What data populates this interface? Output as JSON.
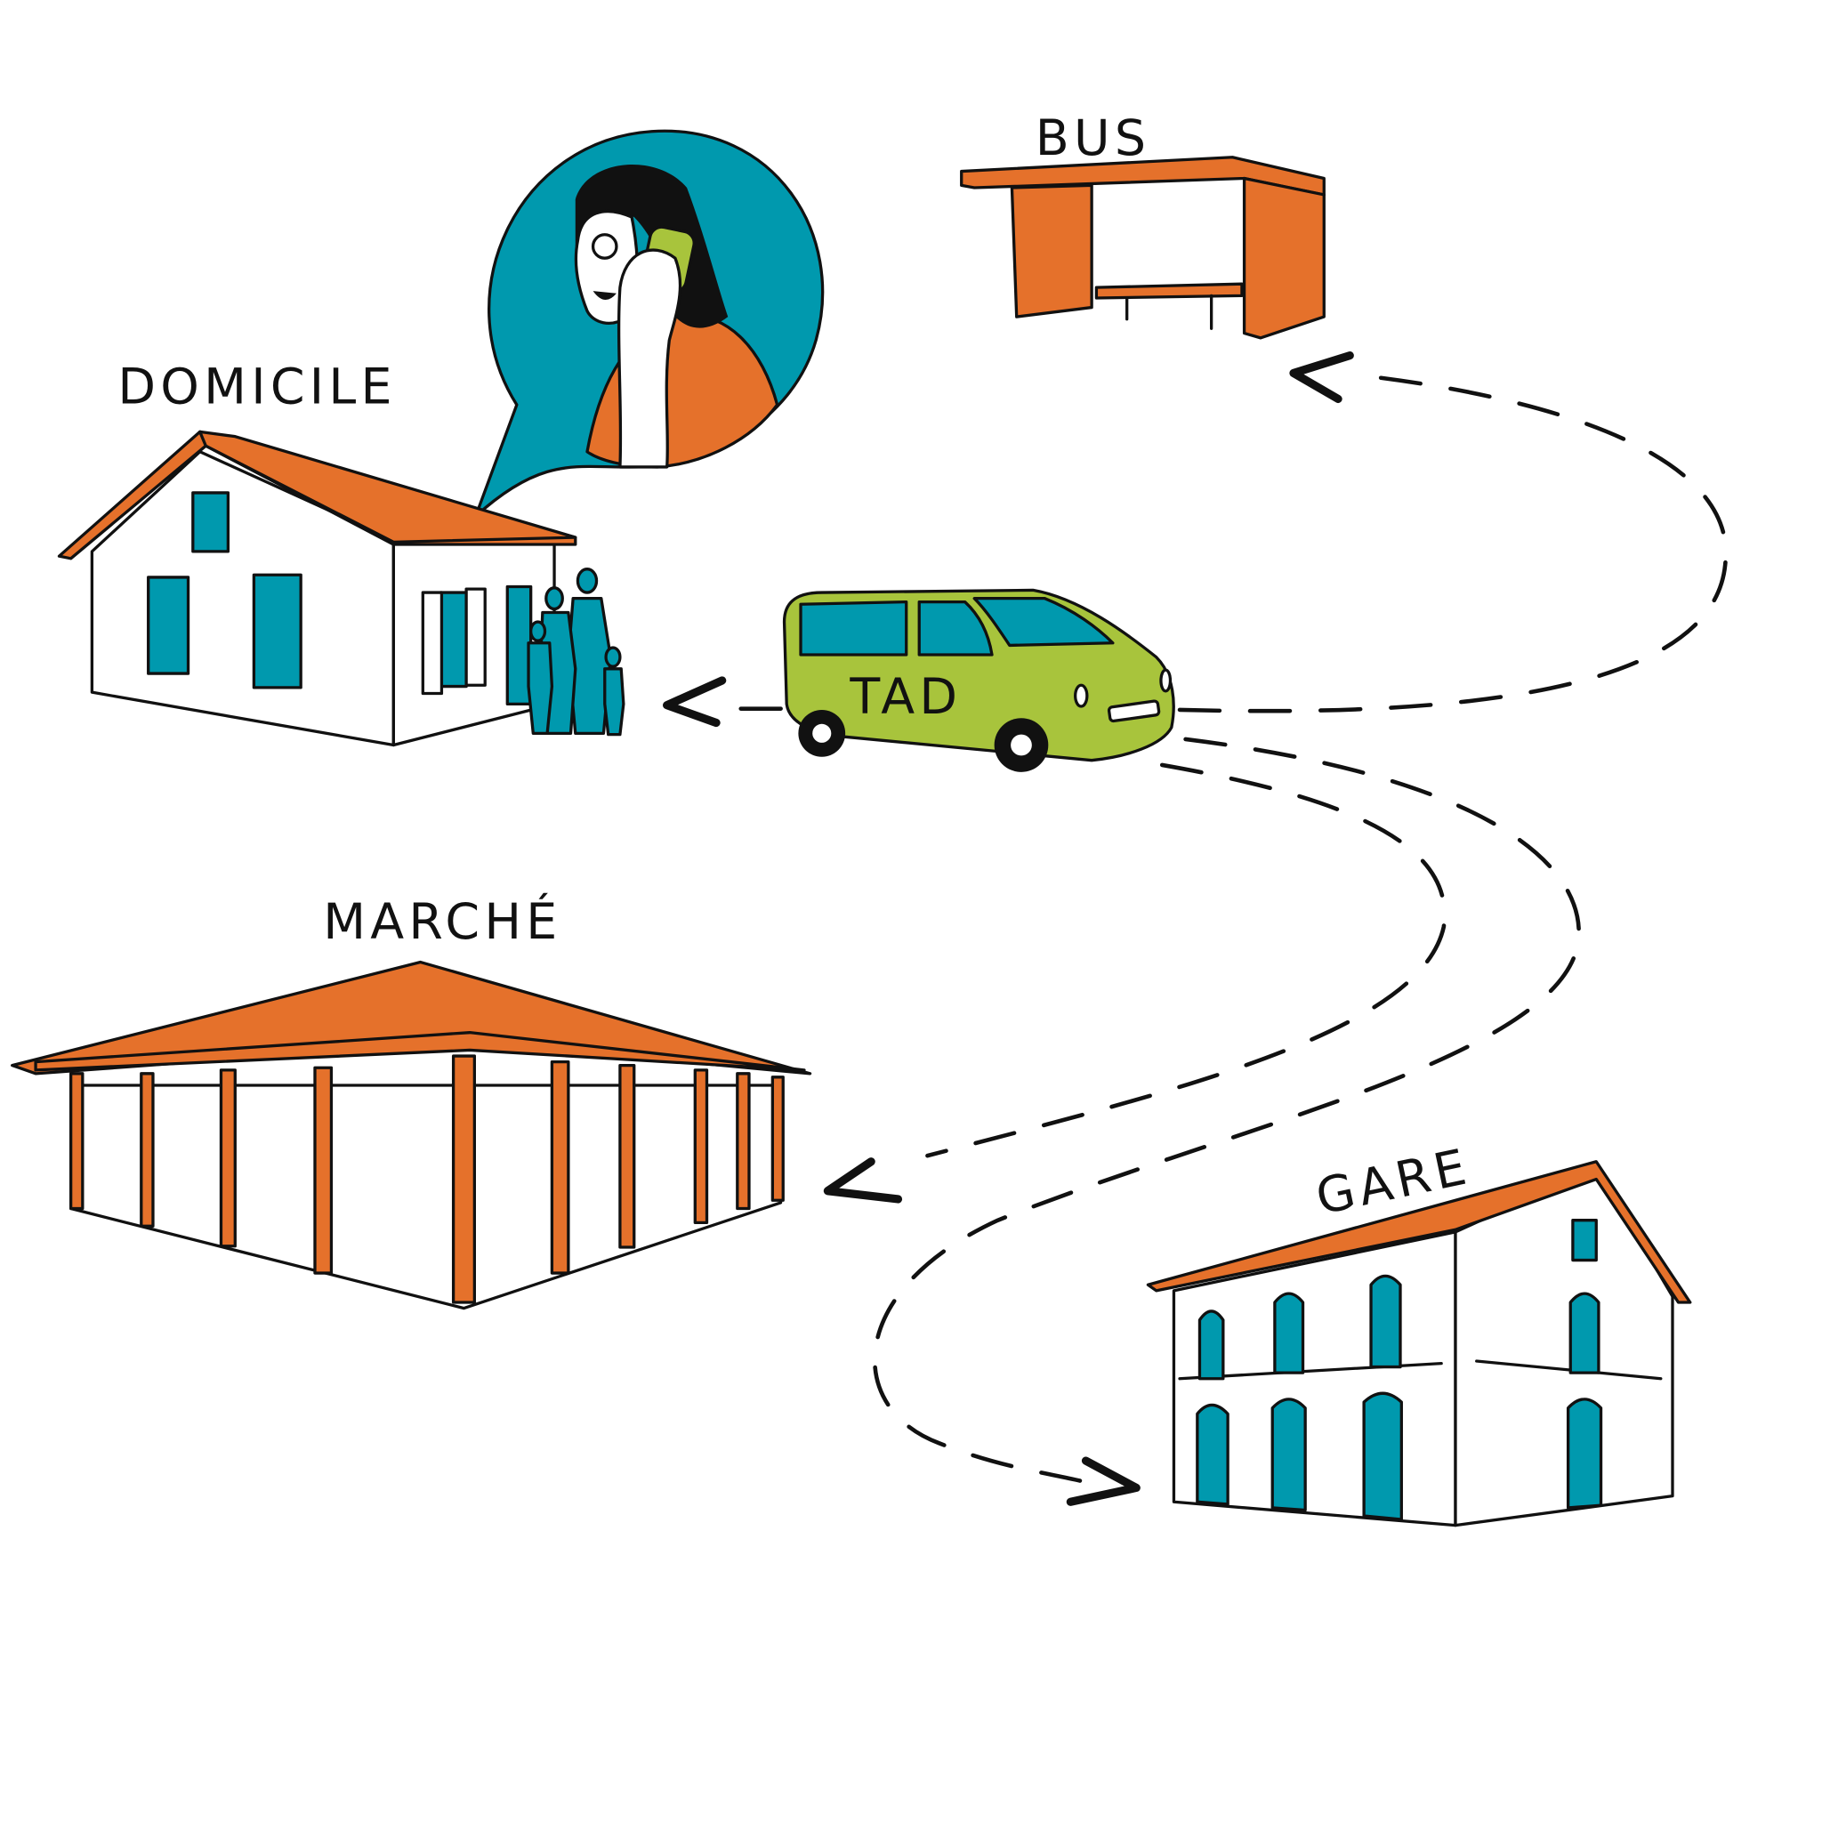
{
  "labels": {
    "bus": "BUS",
    "home": "DOMICILE",
    "market": "MARCHÉ",
    "station": "GARE",
    "vehicle": "TAD"
  },
  "colors": {
    "orange": "#E5712B",
    "teal": "#0099AE",
    "green": "#A8C43C",
    "ink": "#111111"
  }
}
